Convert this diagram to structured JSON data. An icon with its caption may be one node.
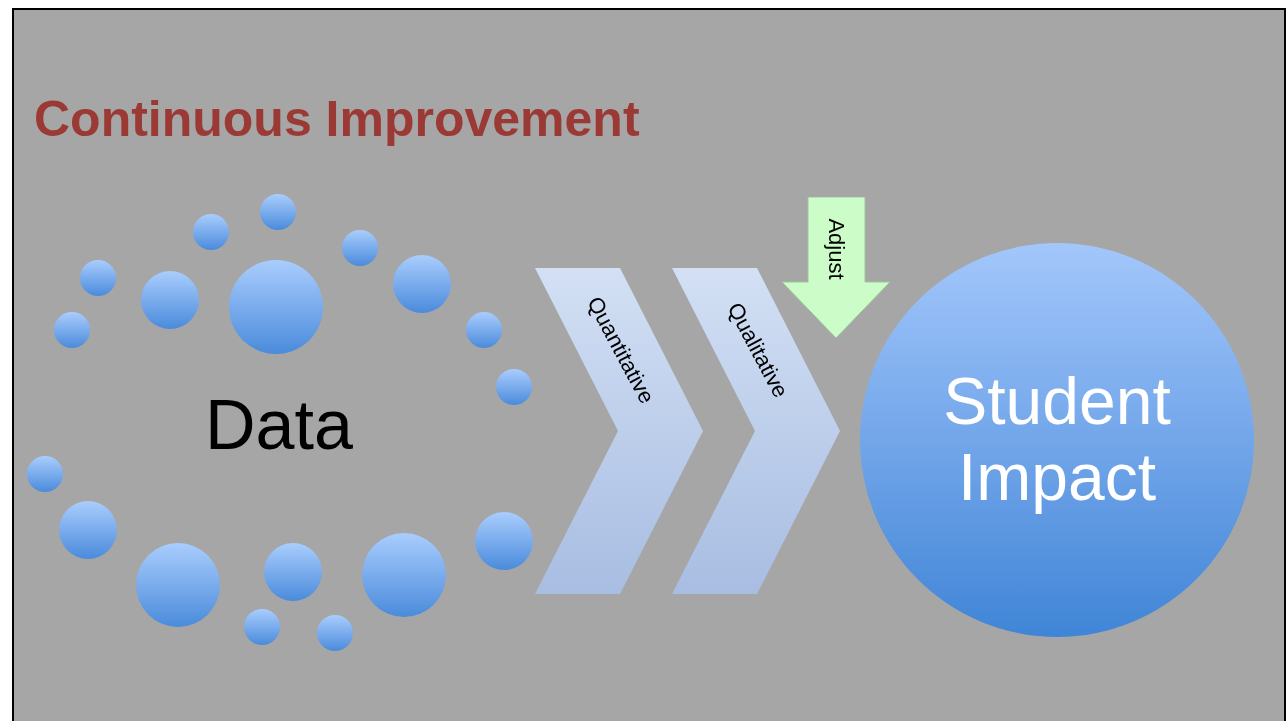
{
  "diagram": {
    "title": "Continuous Improvement",
    "nodes": [
      {
        "text": [],
        "shape": "circle"
      },
      {
        "text": [],
        "shape": "circle"
      },
      {
        "text": [],
        "shape": "circle"
      },
      {
        "text": [],
        "shape": "circle"
      },
      {
        "text": [],
        "shape": "circle"
      },
      {
        "text": [],
        "shape": "circle"
      },
      {
        "text": [],
        "shape": "circle"
      },
      {
        "text": [],
        "shape": "circle"
      },
      {
        "text": [],
        "shape": "circle"
      },
      {
        "text": [],
        "shape": "circle"
      },
      {
        "text": [],
        "shape": "circle"
      },
      {
        "text": [],
        "shape": "circle"
      },
      {
        "text": [],
        "shape": "circle"
      },
      {
        "text": [],
        "shape": "circle"
      },
      {
        "text": [],
        "shape": "circle"
      },
      {
        "text": [],
        "shape": "circle"
      },
      {
        "text": [],
        "shape": "circle"
      },
      {
        "text": [],
        "shape": "circle"
      },
      {
        "text": [
          "Quantitative"
        ]
      },
      {
        "text": [
          "Qualitative"
        ]
      },
      {
        "text": [
          "Adjust"
        ]
      },
      {
        "text": [
          "Student Impact"
        ]
      }
    ],
    "labels": [
      "Data"
    ]
  }
}
